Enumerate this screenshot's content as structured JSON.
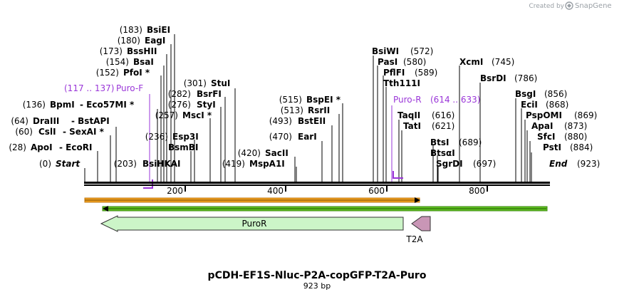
{
  "credit": {
    "text": "Created by",
    "brand": "SnapGene"
  },
  "map": {
    "title": "pCDH-EF1S-Nluc-P2A-copGFP-T2A-Puro",
    "length_label": "923 bp",
    "start_label": "Start",
    "end_label": "End",
    "start_pos": "(0)",
    "end_pos": "(923)",
    "ticks": [
      "200",
      "400",
      "600",
      "800"
    ]
  },
  "sites_left": [
    {
      "pos": "(183)",
      "name": "BsiEI"
    },
    {
      "pos": "(180)",
      "name": "EagI"
    },
    {
      "pos": "(173)",
      "name": "BssHII"
    },
    {
      "pos": "(154)",
      "name": "BsaI"
    },
    {
      "pos": "(152)",
      "name": "PfoI *"
    },
    {
      "pos": "(136)",
      "name": "BpmI",
      "name2": "- Eco57MI *"
    },
    {
      "pos": "(64)",
      "name": "DraIII",
      "name2": "- BstAPI"
    },
    {
      "pos": "(60)",
      "name": "CslI",
      "name2": "- SexAI *"
    },
    {
      "pos": "(28)",
      "name": "ApoI",
      "name2": "- EcoRI"
    },
    {
      "pos": "(203)",
      "name": "BsiHKAI"
    }
  ],
  "sites_mid": [
    {
      "pos": "(301)",
      "name": "StuI"
    },
    {
      "pos": "(282)",
      "name": "BsrFI"
    },
    {
      "pos": "(276)",
      "name": "StyI"
    },
    {
      "pos": "(257)",
      "name": "MscI *"
    },
    {
      "pos": "(236)",
      "name": "Esp3I"
    },
    {
      "name": "BsmBI"
    },
    {
      "pos": "(420)",
      "name": "SacII"
    },
    {
      "pos": "(419)",
      "name": "MspA1I"
    },
    {
      "pos": "(515)",
      "name": "BspEI *"
    },
    {
      "pos": "(513)",
      "name": "RsrII"
    },
    {
      "pos": "(493)",
      "name": "BstEII"
    },
    {
      "pos": "(470)",
      "name": "EarI"
    }
  ],
  "sites_right": [
    {
      "name": "BsiWI",
      "pos": "(572)"
    },
    {
      "name": "PasI",
      "pos": "(580)"
    },
    {
      "name": "PflFI",
      "pos": "(589)"
    },
    {
      "name": "Tth111I"
    },
    {
      "name": "TaqII",
      "pos": "(616)"
    },
    {
      "name": "TatI",
      "pos": "(621)"
    },
    {
      "name": "BtsI",
      "pos": "(689)"
    },
    {
      "name": "BtsαI"
    },
    {
      "name": "SgrDI",
      "pos": "(697)"
    },
    {
      "name": "XcmI",
      "pos": "(745)"
    },
    {
      "name": "BsrDI",
      "pos": "(786)"
    },
    {
      "name": "BsgI",
      "pos": "(856)"
    },
    {
      "name": "EciI",
      "pos": "(868)"
    },
    {
      "name": "PspOMI",
      "pos": "(869)"
    },
    {
      "name": "ApaI",
      "pos": "(873)"
    },
    {
      "name": "SfcI",
      "pos": "(880)"
    },
    {
      "name": "PstI",
      "pos": "(884)"
    }
  ],
  "primers": [
    {
      "range": "(117 .. 137)",
      "name": "Puro-F"
    },
    {
      "name": "Puro-R",
      "range": "(614 .. 633)"
    }
  ],
  "features": [
    {
      "name": "PuroR",
      "color": "#ccf5c8"
    },
    {
      "name": "T2A",
      "color": "#c996b6"
    }
  ],
  "colors": {
    "primer": "#9a36d8",
    "orf_orange": "#f0a020",
    "orf_green": "#60c020"
  }
}
